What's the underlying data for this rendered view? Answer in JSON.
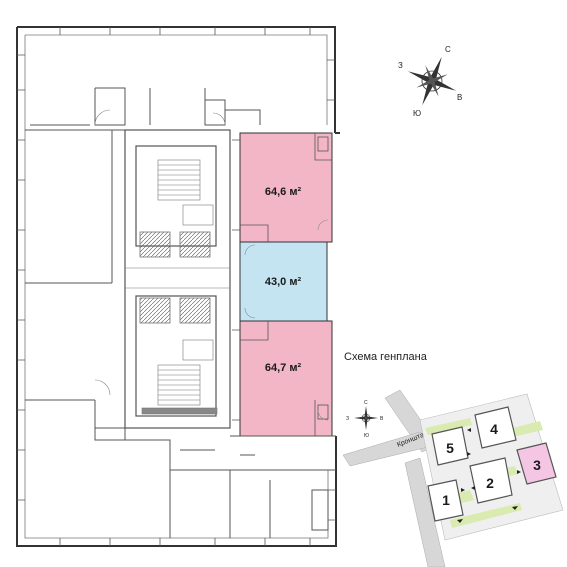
{
  "units": [
    {
      "id": "unit-1",
      "area": "64,6 м²",
      "color": "#f2b6c6"
    },
    {
      "id": "unit-2",
      "area": "43,0 м²",
      "color": "#c4e4f2"
    },
    {
      "id": "unit-3",
      "area": "64,7 м²",
      "color": "#f2b6c6"
    }
  ],
  "compass": {
    "north": "С",
    "east": "В",
    "south": "Ю",
    "west": "З"
  },
  "siteplan": {
    "title": "Схема генплана",
    "street": "Кронштадский бул.",
    "buildings": [
      "1",
      "2",
      "3",
      "4",
      "5"
    ],
    "highlight_color": "#f4c6e4",
    "green_color": "#d9ebb0"
  }
}
